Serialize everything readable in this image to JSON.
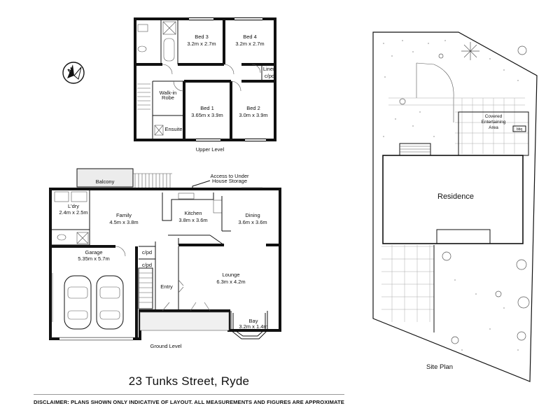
{
  "upper_level": {
    "caption": "Upper Level",
    "rooms": {
      "bed3": {
        "name": "Bed 3",
        "size": "3.2m x 2.7m"
      },
      "bed4": {
        "name": "Bed 4",
        "size": "3.2m x 2.7m"
      },
      "bed1": {
        "name": "Bed 1",
        "size": "3.65m x 3.9m"
      },
      "bed2": {
        "name": "Bed 2",
        "size": "3.0m x 3.9m"
      },
      "linen": {
        "name": "Linen",
        "sub": "c/pd"
      },
      "walkin": {
        "name": "Walk-in",
        "sub": "Robe"
      },
      "ensuite": {
        "name": "Ensuite"
      }
    }
  },
  "ground_level": {
    "caption": "Ground Level",
    "rooms": {
      "balcony": {
        "name": "Balcony"
      },
      "laundry": {
        "name": "L'dry",
        "size": "2.4m x 2.5m"
      },
      "family": {
        "name": "Family",
        "size": "4.5m x 3.8m"
      },
      "kitchen": {
        "name": "Kitchen",
        "size": "3.8m x 3.6m"
      },
      "dining": {
        "name": "Dining",
        "size": "3.6m x 3.6m"
      },
      "garage": {
        "name": "Garage",
        "size": "5.35m x 5.7m"
      },
      "lounge": {
        "name": "Lounge",
        "size": "6.3m x 4.2m"
      },
      "bay": {
        "name": "Bay",
        "size": "3.2m x 1.4m"
      },
      "entry": {
        "name": "Entry"
      },
      "cpd1": {
        "name": "c/pd"
      },
      "cpd2": {
        "name": "c/pd"
      }
    },
    "annotation": {
      "line1": "Access to Under",
      "line2": "House Storage"
    }
  },
  "site_plan": {
    "caption": "Site Plan",
    "residence": "Residence",
    "covered": {
      "line1": "Covered",
      "line2": "Entertaining",
      "line3": "Area"
    },
    "bbq": "bbq"
  },
  "compass": {
    "letter": "N"
  },
  "footer": {
    "address": "23 Tunks Street, Ryde",
    "disclaimer": "DISCLAIMER: PLANS SHOWN ONLY INDICATIVE OF LAYOUT. ALL MEASUREMENTS AND FIGURES ARE APPROXIMATE"
  }
}
